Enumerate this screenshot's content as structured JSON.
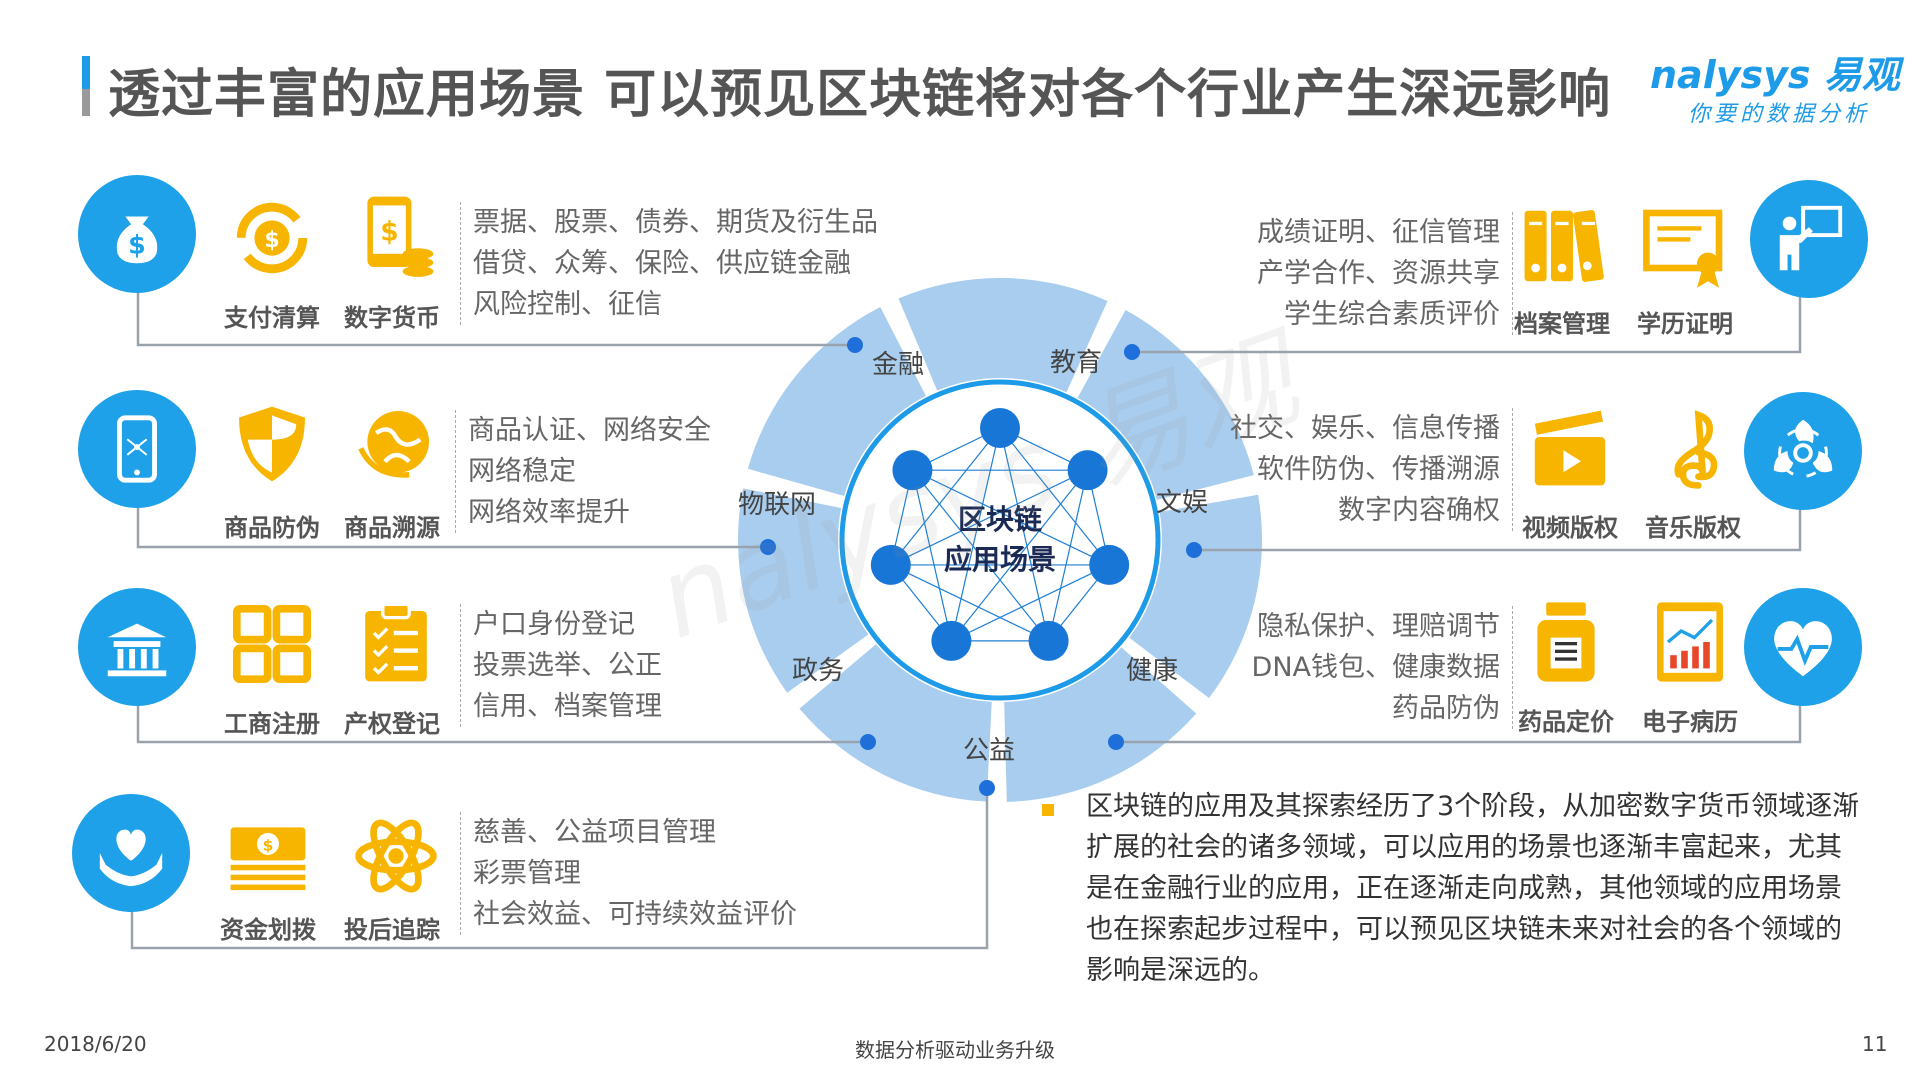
{
  "title": "透过丰富的应用场景 可以预见区块链将对各个行业产生深远影响",
  "logo": {
    "main": "nalysys 易观",
    "sub": "你要的数据分析"
  },
  "center": {
    "line1": "区块链",
    "line2": "应用场景"
  },
  "sectors": [
    "金融",
    "教育",
    "文娱",
    "健康",
    "公益",
    "政务",
    "物联网"
  ],
  "rows": {
    "finance": {
      "icon1": "支付清算",
      "icon2": "数字货币",
      "desc": [
        "票据、股票、债券、期货及衍生品",
        "借贷、众筹、保险、供应链金融",
        "风险控制、征信"
      ]
    },
    "iot": {
      "icon1": "商品防伪",
      "icon2": "商品溯源",
      "desc": [
        "商品认证、网络安全",
        "网络稳定",
        "网络效率提升"
      ]
    },
    "gov": {
      "icon1": "工商注册",
      "icon2": "产权登记",
      "desc": [
        "户口身份登记",
        "投票选举、公正",
        "信用、档案管理"
      ]
    },
    "charity": {
      "icon1": "资金划拨",
      "icon2": "投后追踪",
      "desc": [
        "慈善、公益项目管理",
        "彩票管理",
        "社会效益、可持续效益评价"
      ]
    },
    "education": {
      "icon1": "档案管理",
      "icon2": "学历证明",
      "desc": [
        "成绩证明、征信管理",
        "产学合作、资源共享",
        "学生综合素质评价"
      ]
    },
    "entertainment": {
      "icon1": "视频版权",
      "icon2": "音乐版权",
      "desc": [
        "社交、娱乐、信息传播",
        "软件防伪、传播溯源",
        "数字内容确权"
      ]
    },
    "health": {
      "icon1": "药品定价",
      "icon2": "电子病历",
      "desc": [
        "隐私保护、理赔调节",
        "DNA钱包、健康数据",
        "药品防伪"
      ]
    }
  },
  "summary": "区块链的应用及其探索经历了3个阶段，从加密数字货币领域逐渐扩展的社会的诸多领域，可以应用的场景也逐渐丰富起来，尤其是在金融行业的应用，正在逐渐走向成熟，其他领域的应用场景也在探索起步过程中，可以预见区块链未来对社会的各个领域的影响是深远的。",
  "footer": {
    "date": "2018/6/20",
    "center": "数据分析驱动业务升级",
    "page": "11"
  },
  "colors": {
    "accent": "#1ea1e8",
    "yellow": "#f7b500",
    "ring": "#a9cdee"
  }
}
